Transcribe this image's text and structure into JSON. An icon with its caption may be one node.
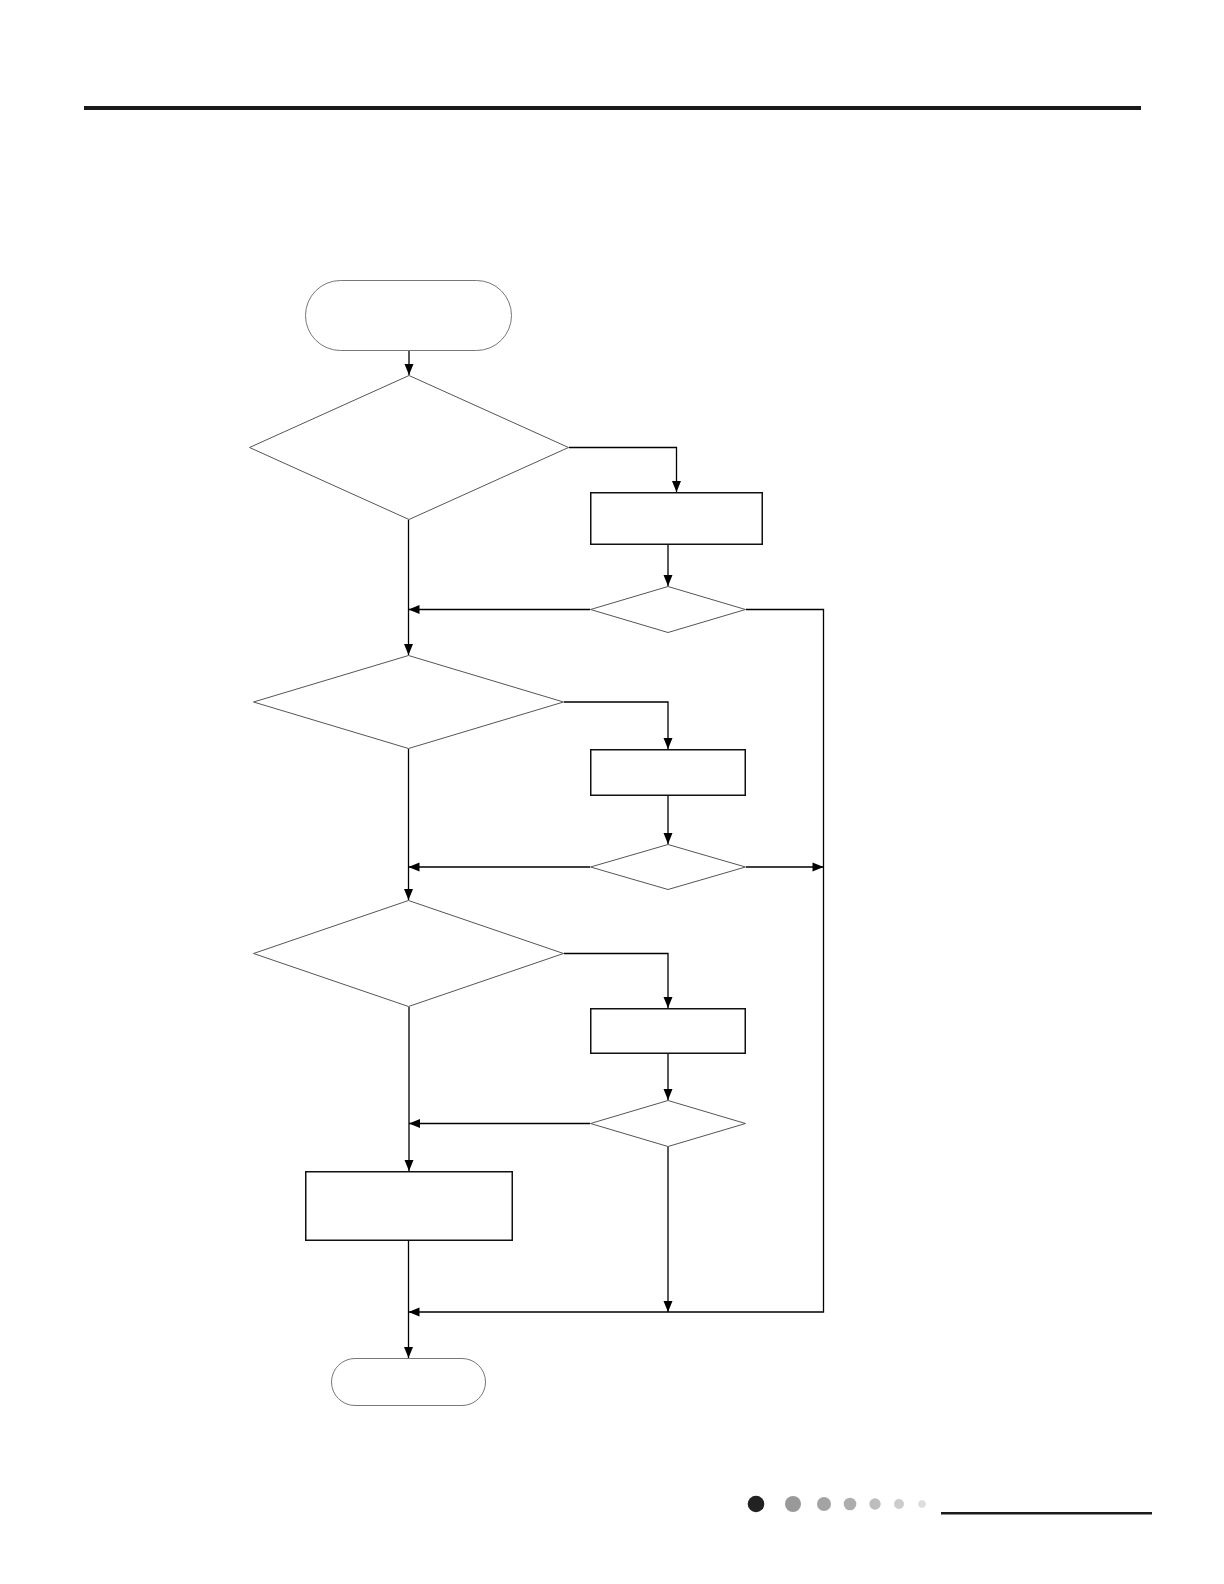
{
  "diagram": {
    "nodes": [
      {
        "text": [],
        "shape": "oval"
      },
      {
        "text": [],
        "shape": "diamond"
      },
      {
        "text": [],
        "shape": "box"
      },
      {
        "text": [],
        "shape": "diamond"
      },
      {
        "text": [],
        "shape": "diamond"
      },
      {
        "text": [],
        "shape": "box"
      },
      {
        "text": [],
        "shape": "diamond"
      },
      {
        "text": [],
        "shape": "diamond"
      },
      {
        "text": [],
        "shape": "box"
      },
      {
        "text": [],
        "shape": "diamond"
      },
      {
        "text": [],
        "shape": "box"
      },
      {
        "text": [],
        "shape": "oval"
      }
    ],
    "edges": [
      {
        "from": 0,
        "to": 1,
        "arrow": "to"
      },
      {
        "from": 1,
        "to": 2,
        "arrow": "to"
      },
      {
        "from": 1,
        "to": 4,
        "arrow": "to"
      },
      {
        "from": 2,
        "to": 3,
        "arrow": "to"
      },
      {
        "from": 3,
        "to": 4,
        "arrow": "to"
      },
      {
        "from": 3,
        "to": 11,
        "arrow": "to"
      },
      {
        "from": 4,
        "to": 5,
        "arrow": "to"
      },
      {
        "from": 4,
        "to": 7,
        "arrow": "to"
      },
      {
        "from": 5,
        "to": 6,
        "arrow": "to"
      },
      {
        "from": 6,
        "to": 7,
        "arrow": "to"
      },
      {
        "from": 6,
        "to": 11,
        "arrow": "to"
      },
      {
        "from": 7,
        "to": 8,
        "arrow": "to"
      },
      {
        "from": 7,
        "to": 10,
        "arrow": "to"
      },
      {
        "from": 8,
        "to": 9,
        "arrow": "to"
      },
      {
        "from": 9,
        "to": 10,
        "arrow": "to"
      },
      {
        "from": 9,
        "to": 11,
        "arrow": "to"
      },
      {
        "from": 10,
        "to": 11,
        "arrow": "to"
      }
    ]
  }
}
